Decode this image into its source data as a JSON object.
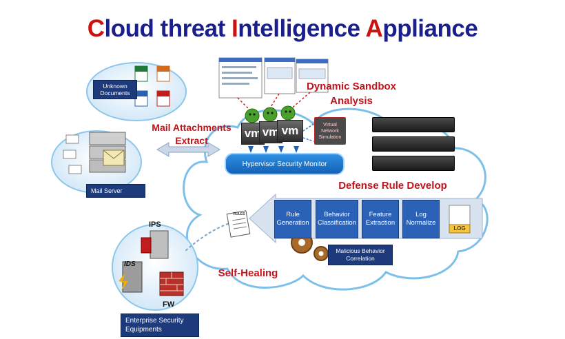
{
  "title": {
    "p1_cap": "C",
    "p1_rest": "loud threat ",
    "p2_cap": "I",
    "p2_rest": "ntelligence ",
    "p3_cap": "A",
    "p3_rest": "ppliance"
  },
  "labels": {
    "unknown_documents": "Unknown Documents",
    "mail_server": "Mail Server",
    "mail_attachments": "Mail Attachments Extract",
    "dynamic_sandbox": "Dynamic Sandbox Analysis",
    "hypervisor": "Hypervisor Security Monitor",
    "virtual_network": "Virtual Network Simulation",
    "vm": "vm",
    "defense_rule": "Defense Rule Develop",
    "self_healing": "Self-Healing",
    "malicious_behavior": "Malicious Behavior Correlation",
    "ips": "IPS",
    "ids": "IDS",
    "fw": "FW",
    "enterprise": "Enterprise Security Equipments",
    "rules_doc": "RULES",
    "log_doc": "LOG"
  },
  "pipeline": [
    {
      "label": "Rule Generation"
    },
    {
      "label": "Behavior Classification"
    },
    {
      "label": "Feature Extraction"
    },
    {
      "label": "Log Normalize"
    }
  ],
  "colors": {
    "title_blue": "#1a1f8c",
    "title_red": "#cc1111",
    "label_red": "#c0141a",
    "step_blue": "#2b62b8",
    "dark_navy": "#1d3a7a"
  }
}
